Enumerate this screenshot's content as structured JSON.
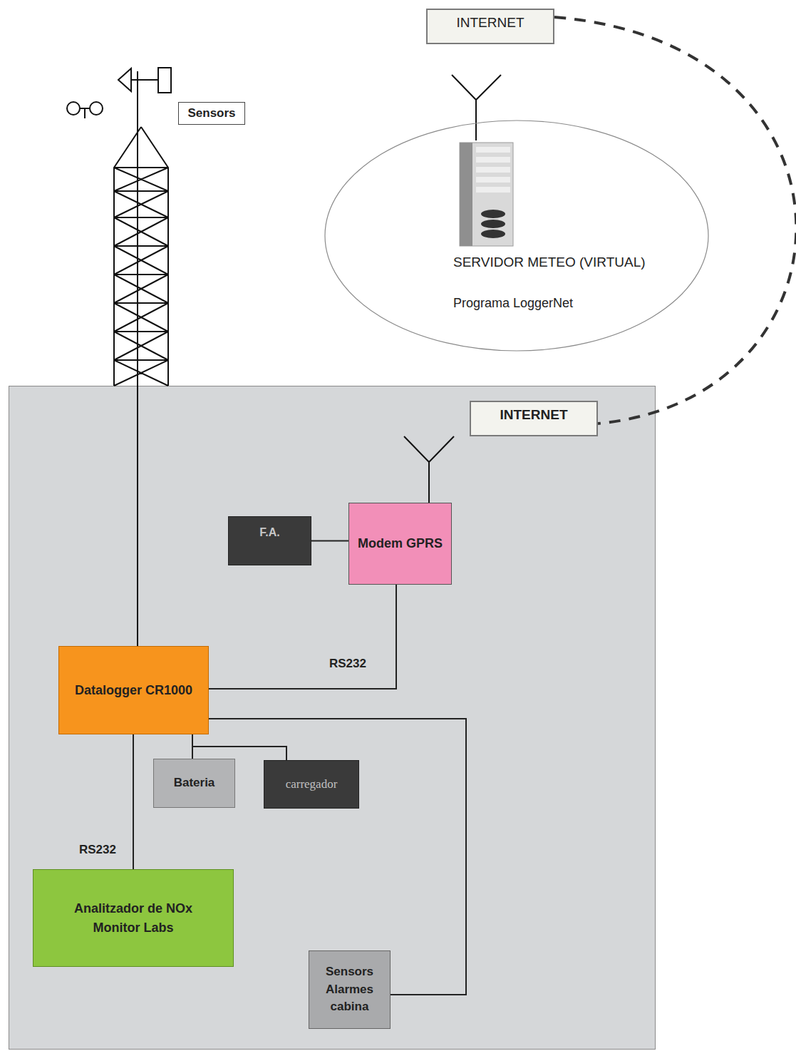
{
  "diagram": {
    "nodes": [
      {
        "text": [
          "INTERNET"
        ]
      },
      {
        "text": [
          "Sensors"
        ]
      },
      {
        "text": [
          "SERVIDOR METEO (VIRTUAL)",
          "Programa LoggerNet"
        ]
      },
      {
        "text": [
          "INTERNET"
        ]
      },
      {
        "text": [
          "F.A."
        ]
      },
      {
        "text": [
          "Modem GPRS"
        ]
      },
      {
        "text": [
          "Datalogger CR1000"
        ]
      },
      {
        "text": [
          "Bateria"
        ]
      },
      {
        "text": [
          "carregador"
        ]
      },
      {
        "text": [
          "Analitzador de NOx Monitor Labs"
        ]
      },
      {
        "text": [
          "Sensors Alarmes cabina"
        ]
      }
    ],
    "edges": [
      {
        "from": 0,
        "to": 3,
        "arrow": "none"
      },
      {
        "from": 4,
        "to": 5,
        "arrow": "none"
      },
      {
        "from": 5,
        "to": 6,
        "arrow": "none",
        "label": "RS232"
      },
      {
        "from": 6,
        "to": 7,
        "arrow": "none"
      },
      {
        "from": 6,
        "to": 8,
        "arrow": "none"
      },
      {
        "from": 6,
        "to": 9,
        "arrow": "none",
        "label": "RS232"
      },
      {
        "from": 6,
        "to": 10,
        "arrow": "none"
      }
    ]
  }
}
